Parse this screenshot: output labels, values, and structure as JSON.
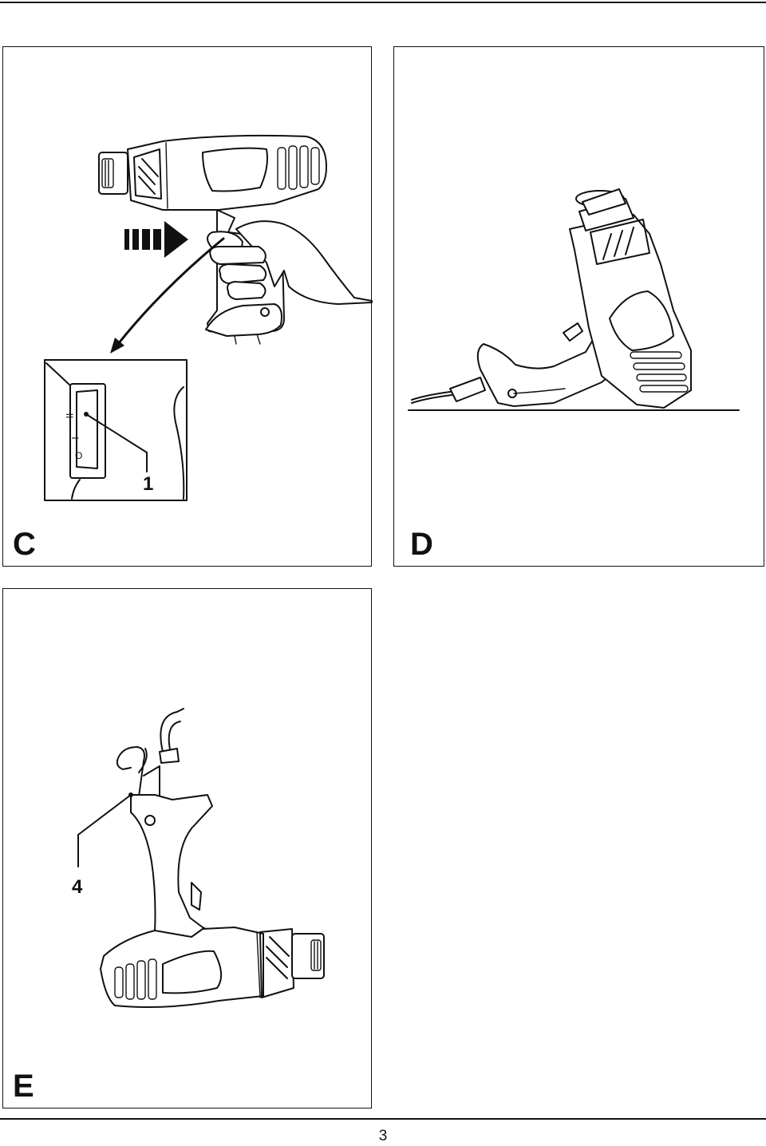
{
  "panels": [
    {
      "letter": "C",
      "callout": "1",
      "switch_marks": [
        "II",
        "I",
        "O"
      ]
    },
    {
      "letter": "D"
    },
    {
      "letter": "E",
      "callout": "4"
    }
  ],
  "page_number": "3"
}
